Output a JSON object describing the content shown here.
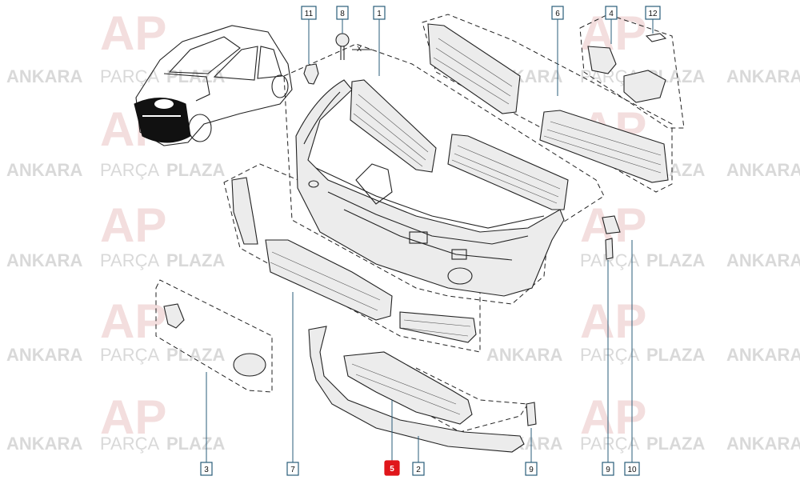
{
  "watermark": {
    "words": [
      "ANKARA",
      "PARÇA",
      "PLAZA"
    ],
    "logo": "AP"
  },
  "callouts": [
    {
      "id": "c1",
      "label": "1",
      "highlight": false
    },
    {
      "id": "c2",
      "label": "2",
      "highlight": false
    },
    {
      "id": "c3",
      "label": "3",
      "highlight": false
    },
    {
      "id": "c4",
      "label": "4",
      "highlight": false
    },
    {
      "id": "c5",
      "label": "5",
      "highlight": true
    },
    {
      "id": "c6",
      "label": "6",
      "highlight": false
    },
    {
      "id": "c7",
      "label": "7",
      "highlight": false
    },
    {
      "id": "c8",
      "label": "8",
      "highlight": false
    },
    {
      "id": "c9a",
      "label": "9",
      "highlight": false
    },
    {
      "id": "c9b",
      "label": "9",
      "highlight": false
    },
    {
      "id": "c10",
      "label": "10",
      "highlight": false
    },
    {
      "id": "c11",
      "label": "11",
      "highlight": false
    },
    {
      "id": "c12",
      "label": "12",
      "highlight": false
    }
  ],
  "dimension_mark": "X",
  "colors": {
    "callout_border": "#2a5d7a",
    "highlight": "#e0161b",
    "watermark_text": "#d9d9d9",
    "watermark_logo": "#f3dede"
  }
}
